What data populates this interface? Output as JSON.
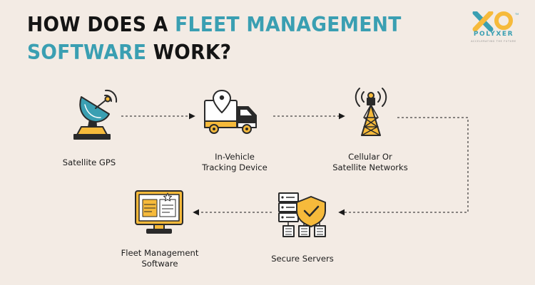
{
  "header": {
    "title_part1": "HOW DOES A ",
    "title_accent1": "FLEET MANAGEMENT",
    "title_accent2": "SOFTWARE",
    "title_part2": " WORK?"
  },
  "logo": {
    "name": "POLYXER",
    "tagline": "ACCELERATING THE FUTURE",
    "tm": "TM"
  },
  "steps": [
    {
      "id": "satellite-gps",
      "icon": "satellite-dish-icon",
      "label_lines": [
        "Satellite GPS"
      ]
    },
    {
      "id": "in-vehicle-tracking-device",
      "icon": "delivery-truck-icon",
      "label_lines": [
        "In-Vehicle",
        "Tracking Device"
      ]
    },
    {
      "id": "cellular-satellite-networks",
      "icon": "cell-tower-icon",
      "label_lines": [
        "Cellular Or",
        "Satellite Networks"
      ]
    },
    {
      "id": "secure-servers",
      "icon": "secure-server-icon",
      "label_lines": [
        "Secure Servers"
      ]
    },
    {
      "id": "fleet-management-software",
      "icon": "monitor-dashboard-icon",
      "label_lines": [
        "Fleet Management",
        "Software"
      ]
    }
  ],
  "colors": {
    "background": "#f3ebe4",
    "accent": "#3a9fb2",
    "icon_yellow": "#f6ba3b",
    "outline": "#2a2a2a",
    "text": "#141414"
  }
}
